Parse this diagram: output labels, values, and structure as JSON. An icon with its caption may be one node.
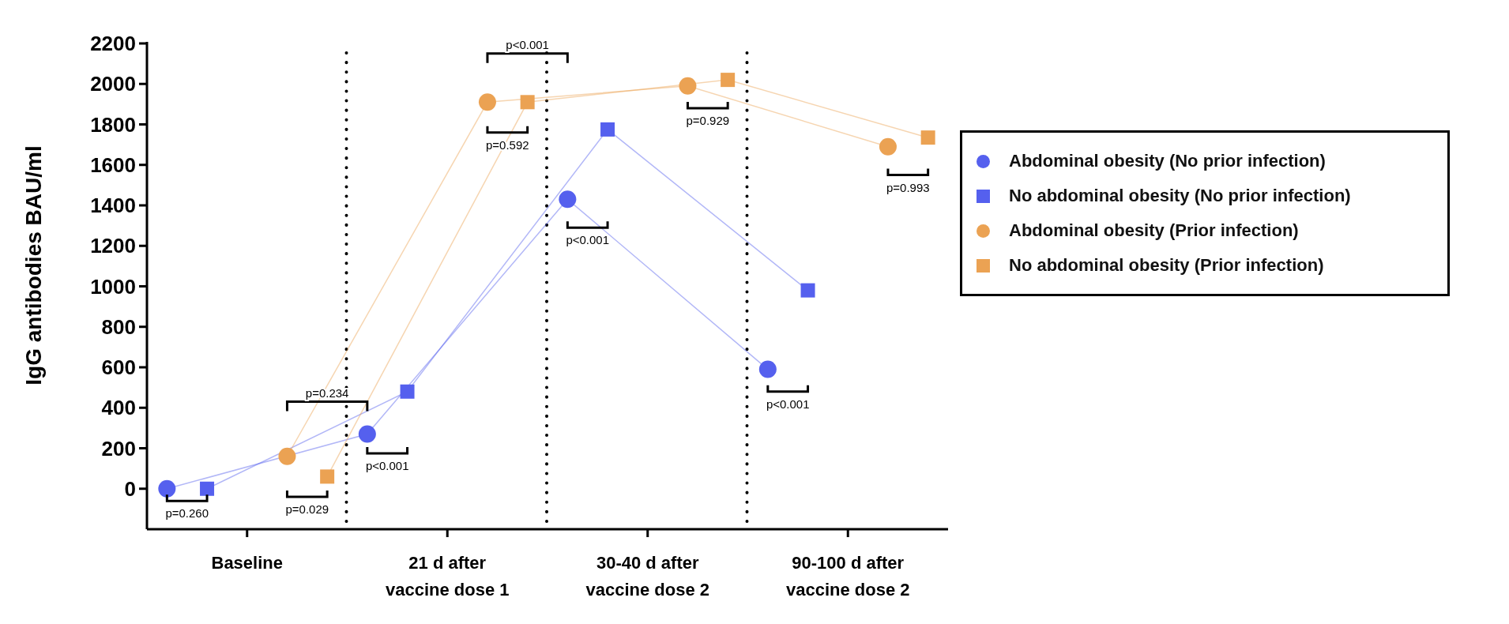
{
  "diagram": {
    "legend": [
      {
        "text": "Abdominal obesity (No prior infection)",
        "color": "#5560ee"
      },
      {
        "text": "No abdominal obesity (No prior infection)",
        "color": "#5560ee"
      },
      {
        "text": "Abdominal obesity (Prior infection)",
        "color": "#eba253"
      },
      {
        "text": "No abdominal obesity (Prior infection)",
        "color": "#eba253"
      }
    ],
    "chart_data": {
      "type": "line",
      "ylabel": "IgG antibodies BAU/ml",
      "categories": [
        null,
        null,
        "Baseline",
        null,
        null,
        null,
        null,
        "21 d after vaccine dose 1",
        null,
        null,
        null,
        null,
        "30-40 d after vaccine dose 2",
        null,
        null,
        null,
        null,
        "90-100 d after vaccine dose 2",
        null,
        null
      ],
      "ylim": [
        -200,
        2200
      ],
      "yticks": [
        0,
        200,
        400,
        600,
        800,
        1000,
        1200,
        1400,
        1600,
        1800,
        2000,
        2200
      ],
      "series": [
        {
          "color": "#5560ee",
          "marker": "circle",
          "values": [
            0,
            null,
            null,
            null,
            null,
            270,
            null,
            null,
            null,
            null,
            1430,
            null,
            null,
            null,
            null,
            590,
            null,
            null,
            null,
            null
          ]
        },
        {
          "color": "#5560ee",
          "marker": "square",
          "values": [
            null,
            0,
            null,
            null,
            null,
            null,
            480,
            null,
            null,
            null,
            null,
            1775,
            null,
            null,
            null,
            null,
            980,
            null,
            null,
            null
          ]
        },
        {
          "color": "#eba253",
          "marker": "circle",
          "values": [
            null,
            null,
            null,
            160,
            null,
            null,
            null,
            null,
            1910,
            null,
            null,
            null,
            null,
            1990,
            null,
            null,
            null,
            null,
            1690,
            null
          ]
        },
        {
          "color": "#eba253",
          "marker": "square",
          "values": [
            null,
            null,
            null,
            null,
            60,
            null,
            null,
            null,
            null,
            1910,
            null,
            null,
            null,
            null,
            2020,
            null,
            null,
            null,
            null,
            1735
          ]
        }
      ],
      "annotations": [
        "p=0.260",
        "p=0.029",
        "p=0.234",
        "p<0.001",
        "p=0.592",
        "p<0.001",
        "p<0.001",
        "p=0.929",
        "p<0.001",
        "p=0.993"
      ]
    }
  }
}
